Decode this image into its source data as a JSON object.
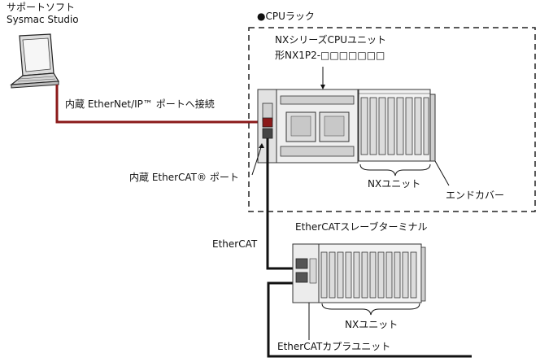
{
  "labels": {
    "support_soft_line1": "サポートソフト",
    "support_soft_line2": "Sysmac Studio",
    "cpu_rack": "●CPUラック",
    "cpu_unit_line1": "NXシリーズCPUユニット",
    "cpu_unit_line2": "形NX1P2-□□□□□□□",
    "ethernet_connect": "内蔵 EtherNet/IP™ ポートへ接続",
    "ethercat_port": "内蔵 EtherCAT® ポート",
    "nx_unit_top": "NXユニット",
    "end_cover": "エンドカバー",
    "ethercat_slave": "EtherCATスレーブターミナル",
    "ethercat": "EtherCAT",
    "nx_unit_bottom": "NXユニット",
    "coupler_unit": "EtherCATカプラユニット"
  },
  "colors": {
    "ethernet_cable": "#8b1a1a",
    "ethercat_cable": "#111111",
    "dashed_border": "#222222",
    "device_fill": "#e9e9e9",
    "device_stroke": "#333333"
  }
}
